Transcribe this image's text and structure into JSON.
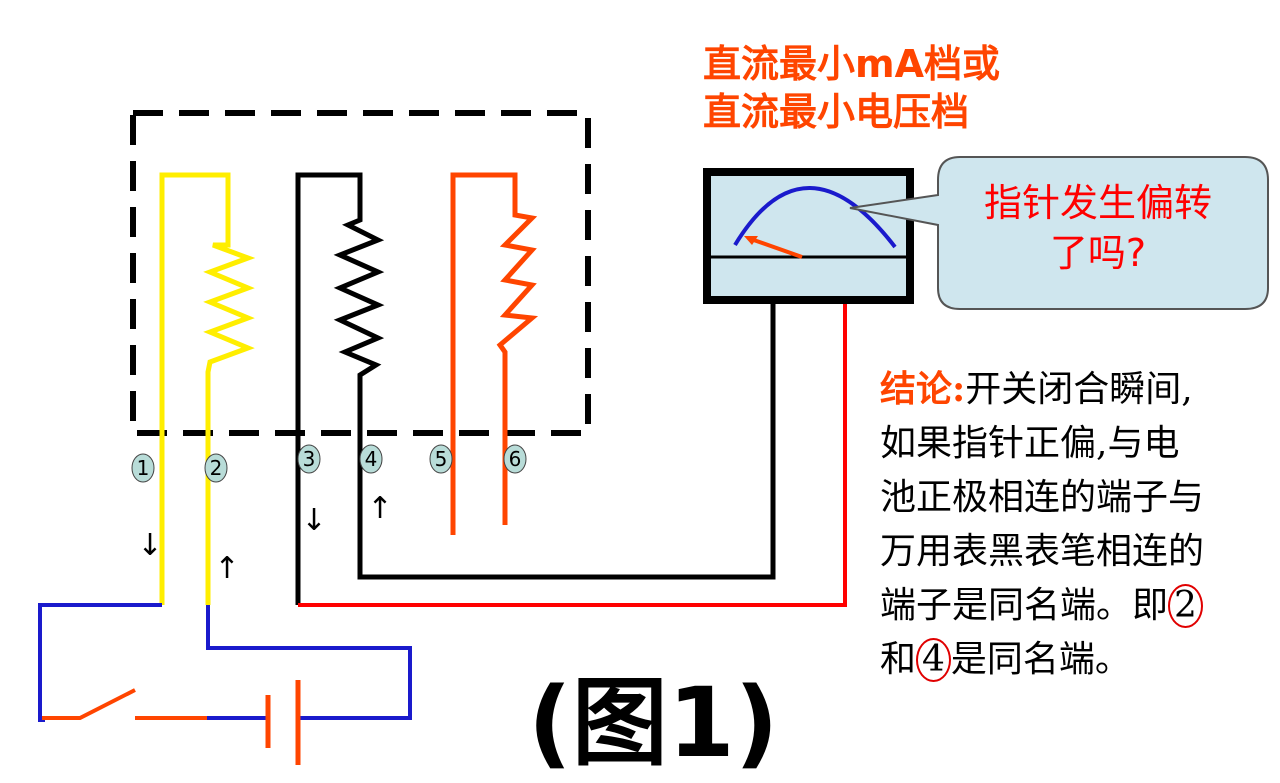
{
  "meter_label": {
    "line1": "直流最小mA档或",
    "line2": "直流最小电压档"
  },
  "bubble": {
    "line1": "指针发生偏转",
    "line2": "了吗?"
  },
  "terminals": [
    "1",
    "2",
    "3",
    "4",
    "5",
    "6"
  ],
  "arrows": [
    "↓",
    "↑",
    "↓",
    "↑"
  ],
  "conclusion": {
    "label": "结论:",
    "line1": "开关闭合瞬间,",
    "line2": "如果指针正偏,与电",
    "line3": "池正极相连的端子与",
    "line4": "万用表黑表笔相连的",
    "line5a": "端子是同名端。即",
    "circled1": "2",
    "line6a": "和",
    "circled2": "4",
    "line6b": "是同名端。"
  },
  "caption": "(图1)",
  "colors": {
    "coil1": "#ffee00",
    "coil2": "#000000",
    "coil3": "#ff4500",
    "circuit": "#1a1acc",
    "lead_red": "#ff0000",
    "meter_bg": "#cfe6ee"
  }
}
